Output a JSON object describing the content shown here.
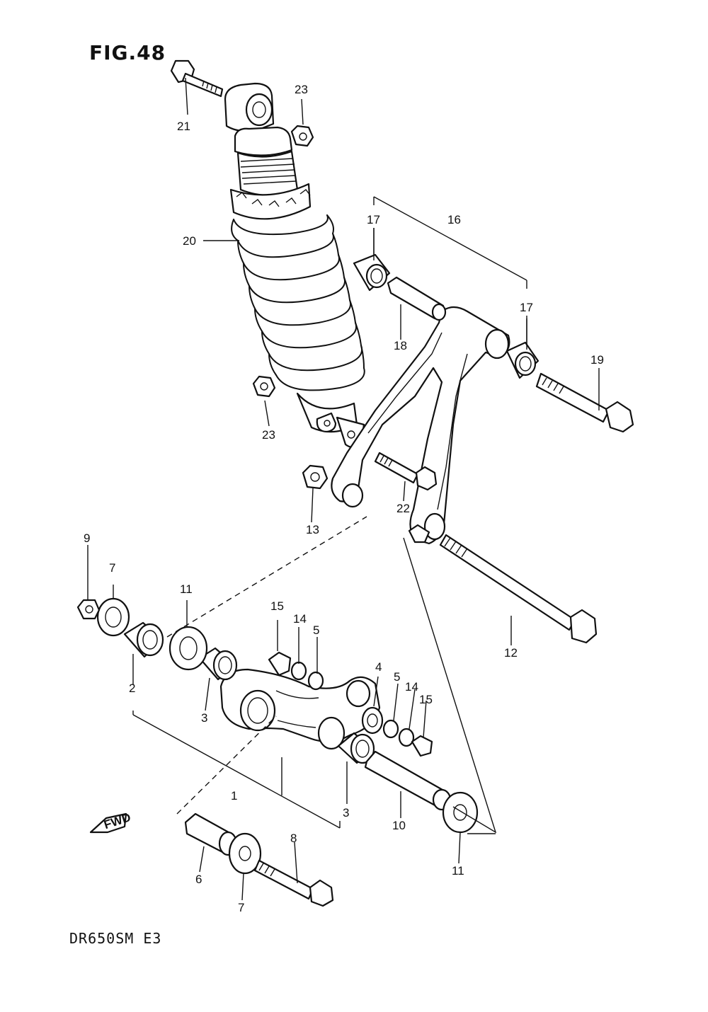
{
  "figure": {
    "title": "FIG.48",
    "model_code": "DR650SM  E3",
    "fwd_label": "FWD"
  },
  "callouts": [
    {
      "id": "c21",
      "text": "21"
    },
    {
      "id": "c23a",
      "text": "23"
    },
    {
      "id": "c20",
      "text": "20"
    },
    {
      "id": "c17a",
      "text": "17"
    },
    {
      "id": "c16",
      "text": "16"
    },
    {
      "id": "c17b",
      "text": "17"
    },
    {
      "id": "c18",
      "text": "18"
    },
    {
      "id": "c19",
      "text": "19"
    },
    {
      "id": "c23b",
      "text": "23"
    },
    {
      "id": "c22",
      "text": "22"
    },
    {
      "id": "c13",
      "text": "13"
    },
    {
      "id": "c9",
      "text": "9"
    },
    {
      "id": "c7a",
      "text": "7"
    },
    {
      "id": "c11a",
      "text": "11"
    },
    {
      "id": "c15a",
      "text": "15"
    },
    {
      "id": "c14a",
      "text": "14"
    },
    {
      "id": "c5a",
      "text": "5"
    },
    {
      "id": "c12",
      "text": "12"
    },
    {
      "id": "c2",
      "text": "2"
    },
    {
      "id": "c3a",
      "text": "3"
    },
    {
      "id": "c4",
      "text": "4"
    },
    {
      "id": "c5b",
      "text": "5"
    },
    {
      "id": "c14b",
      "text": "14"
    },
    {
      "id": "c15b",
      "text": "15"
    },
    {
      "id": "c1",
      "text": "1"
    },
    {
      "id": "c3b",
      "text": "3"
    },
    {
      "id": "c10",
      "text": "10"
    },
    {
      "id": "c8",
      "text": "8"
    },
    {
      "id": "c6",
      "text": "6"
    },
    {
      "id": "c7b",
      "text": "7"
    },
    {
      "id": "c11b",
      "text": "11"
    }
  ]
}
